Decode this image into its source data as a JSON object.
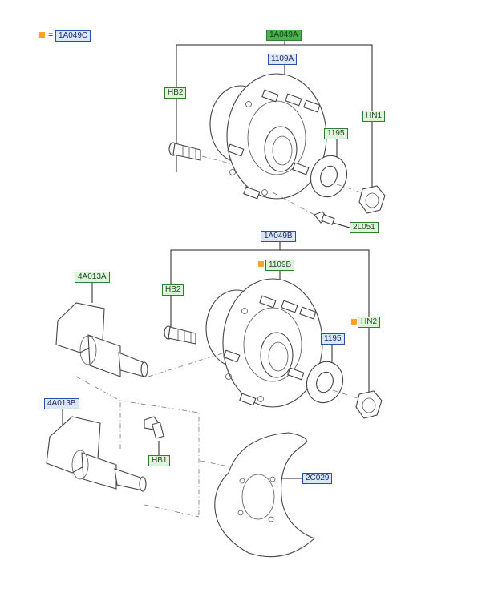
{
  "legend": {
    "marker_color": "#f5a623",
    "equals": "=",
    "code": "1A049C"
  },
  "labels": {
    "top_assembly": "1A049A",
    "top_hub": "1109A",
    "top_bolt": "HB2",
    "top_nut": "HN1",
    "top_seal": "1195",
    "top_screw": "2L051",
    "bottom_assembly": "1A049B",
    "bottom_hub": "1109B",
    "bottom_bolt": "HB2",
    "bottom_nut": "HN2",
    "bottom_seal": "1195",
    "spindle_a": "4A013A",
    "spindle_b": "4A013B",
    "spindle_bolt": "HB1",
    "backing_plate": "2C029"
  },
  "colors": {
    "blue_label": "#dbe6f7",
    "green_label": "#dff3dc",
    "green_solid": "#4caf50"
  }
}
